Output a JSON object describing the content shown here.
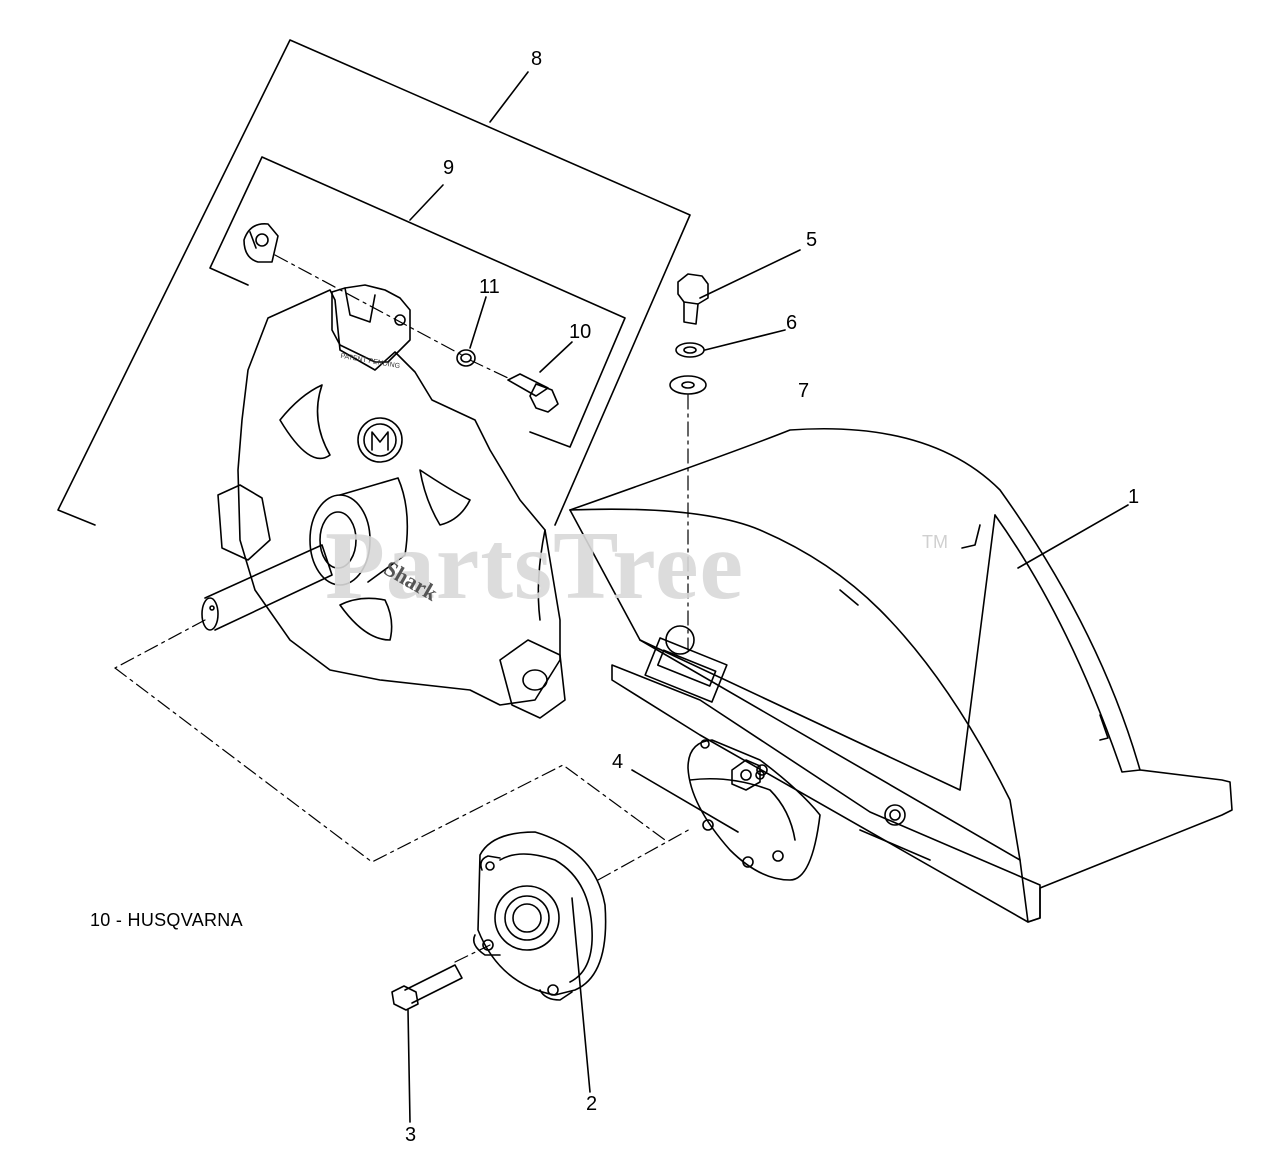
{
  "watermark": {
    "text": "PartsTree",
    "trademark": "TM"
  },
  "callouts": {
    "c1": "1",
    "c2": "2",
    "c3": "3",
    "c4": "4",
    "c5": "5",
    "c6": "6",
    "c7": "7",
    "c8": "8",
    "c9": "9",
    "c10": "10",
    "c11": "11"
  },
  "note": "10 - HUSQVARNA",
  "plate_text": {
    "brand": "Shark",
    "patent": "PATENT PENDING"
  },
  "colors": {
    "line": "#000000",
    "watermark": "#d9d9d9",
    "background": "#ffffff"
  }
}
